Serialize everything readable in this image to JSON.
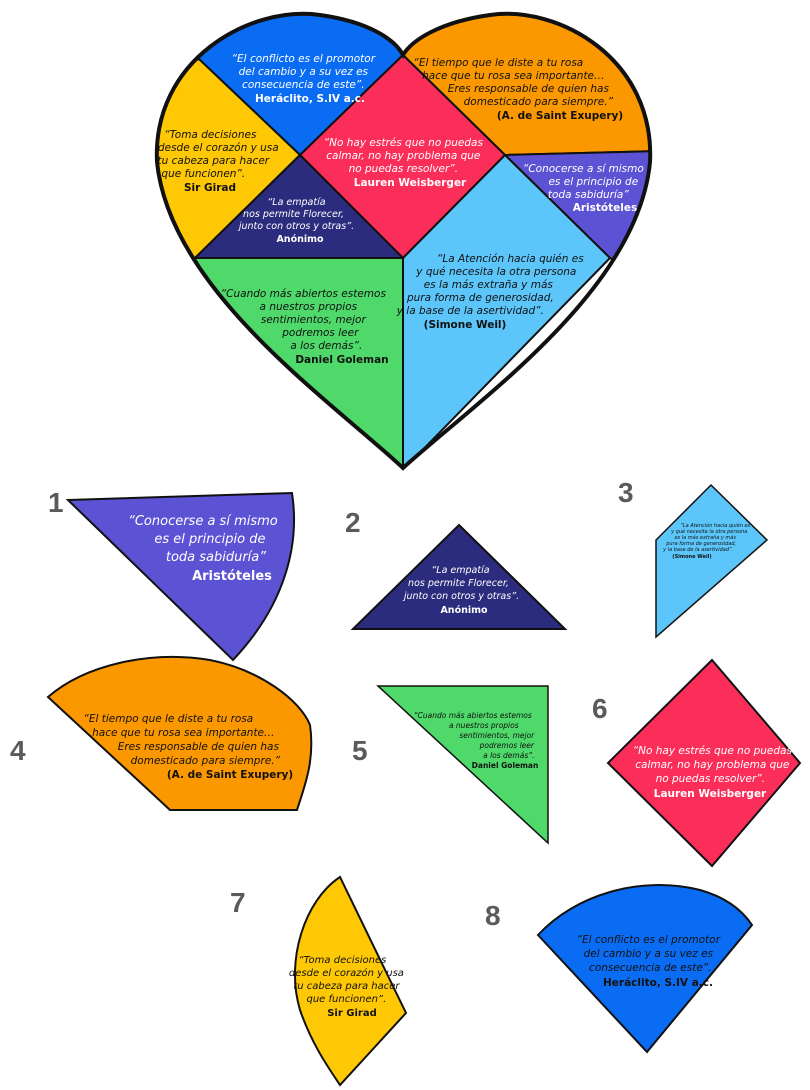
{
  "colors": {
    "blue": "#0a6cf2",
    "orange": "#fb9800",
    "yellow": "#ffc805",
    "pink": "#fb2e5a",
    "purple_light": "#5c52d4",
    "navy": "#2c2c7e",
    "sky": "#5cc6fb",
    "green": "#4ed96a",
    "number_gray": "#5a5a5a",
    "outline": "#111111"
  },
  "heart": {
    "blue": {
      "lines": [
        "“El conflicto es el promotor",
        "del cambio y a su vez es",
        "consecuencia de este”."
      ],
      "author": "Heráclito, S.IV a.c."
    },
    "orange": {
      "lines": [
        "“El tiempo que le diste a tu rosa",
        "hace que tu rosa sea importante…",
        "Eres responsable de quien has",
        "domesticado para siempre.”"
      ],
      "author": "(A. de Saint Exupery)"
    },
    "yellow": {
      "lines": [
        "“Toma decisiones",
        "desde el corazón y usa",
        "tu cabeza para hacer",
        "que funcionen”."
      ],
      "author": "Sir Girad"
    },
    "pink": {
      "lines": [
        "“No hay estrés que no puedas",
        "calmar, no hay problema que",
        "no puedas resolver”."
      ],
      "author": "Lauren Weisberger"
    },
    "purple": {
      "lines": [
        "“Conocerse a sí mismo",
        "es el principio de",
        "toda sabiduría”"
      ],
      "author": "Aristóteles"
    },
    "navy": {
      "lines": [
        "“La empatía",
        "nos permite Florecer,",
        "junto con otros y otras”."
      ],
      "author": "Anónimo"
    },
    "sky": {
      "lines": [
        "“La Atención hacia quién es",
        "y qué necesita la otra persona",
        "es la más extraña y más",
        "pura forma de generosidad,",
        "y la base de la asertividad”."
      ],
      "author": "(Simone Weil)"
    },
    "green": {
      "lines": [
        "“Cuando más abiertos estemos",
        "a nuestros propios",
        "sentimientos, mejor",
        "podremos leer",
        "a los demás”."
      ],
      "author": "Daniel Goleman"
    }
  },
  "pieces": [
    {
      "number": "1",
      "lines": [
        "“Conocerse a sí mismo",
        "es el principio de",
        "toda sabiduría”"
      ],
      "author": "Aristóteles"
    },
    {
      "number": "2",
      "lines": [
        "“La empatía",
        "nos permite Florecer,",
        "junto con otros y otras”."
      ],
      "author": "Anónimo"
    },
    {
      "number": "3",
      "lines": [
        "“La Atención hacia quién es",
        "y qué necesita la otra persona",
        "es la más extraña y más",
        "pura forma de generosidad,",
        "y la base de la asertividad”."
      ],
      "author": "(Simone Weil)"
    },
    {
      "number": "4",
      "lines": [
        "“El tiempo que le diste a tu rosa",
        "hace que tu rosa sea importante…",
        "Eres responsable de quien has",
        "domesticado para siempre.”"
      ],
      "author": "(A. de Saint Exupery)"
    },
    {
      "number": "5",
      "lines": [
        "“Cuando más abiertos estemos",
        "a nuestros propios",
        "sentimientos, mejor",
        "podremos leer",
        "a los demás”."
      ],
      "author": "Daniel Goleman"
    },
    {
      "number": "6",
      "lines": [
        "“No hay estrés que no puedas",
        "calmar, no hay problema que",
        "no puedas resolver”."
      ],
      "author": "Lauren Weisberger"
    },
    {
      "number": "7",
      "lines": [
        "“Toma decisiones",
        "desde el corazón y usa",
        "tu cabeza para hacer",
        "que funcionen”."
      ],
      "author": "Sir Girad"
    },
    {
      "number": "8",
      "lines": [
        "“El conflicto es el promotor",
        "del cambio y a su vez es",
        "consecuencia de este”."
      ],
      "author": "Heráclito, S.IV a.c."
    }
  ]
}
